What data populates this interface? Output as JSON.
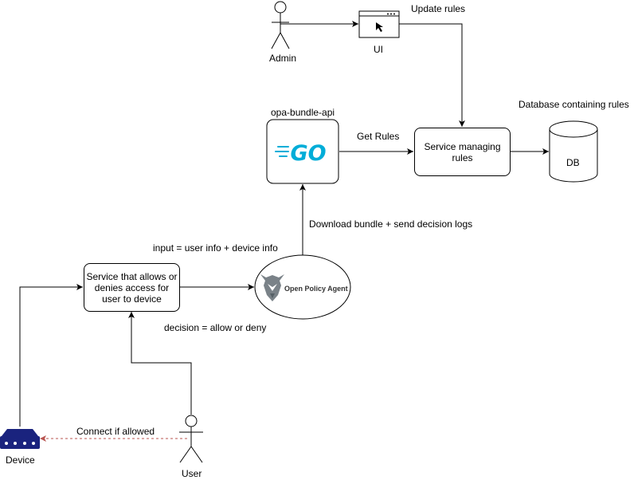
{
  "nodes": {
    "admin": "Admin",
    "ui": "UI",
    "opa_bundle_api": "opa-bundle-api",
    "go_logo": "GO",
    "service_managing_rules": "Service managing\nrules",
    "database_caption": "Database containing rules",
    "db": "DB",
    "access_service": "Service that allows or\ndenies access for\nuser to device",
    "opa": "Open Policy Agent",
    "device": "Device",
    "user": "User"
  },
  "edges": {
    "update_rules": "Update rules",
    "get_rules": "Get Rules",
    "download_bundle": "Download bundle + send decision logs",
    "input": "input = user info + device info",
    "decision": "decision = allow or deny",
    "connect": "Connect if allowed"
  },
  "colors": {
    "go_blue": "#00ADD8",
    "device_navy": "#1A237E",
    "dashed_arrow": "#B85450"
  }
}
